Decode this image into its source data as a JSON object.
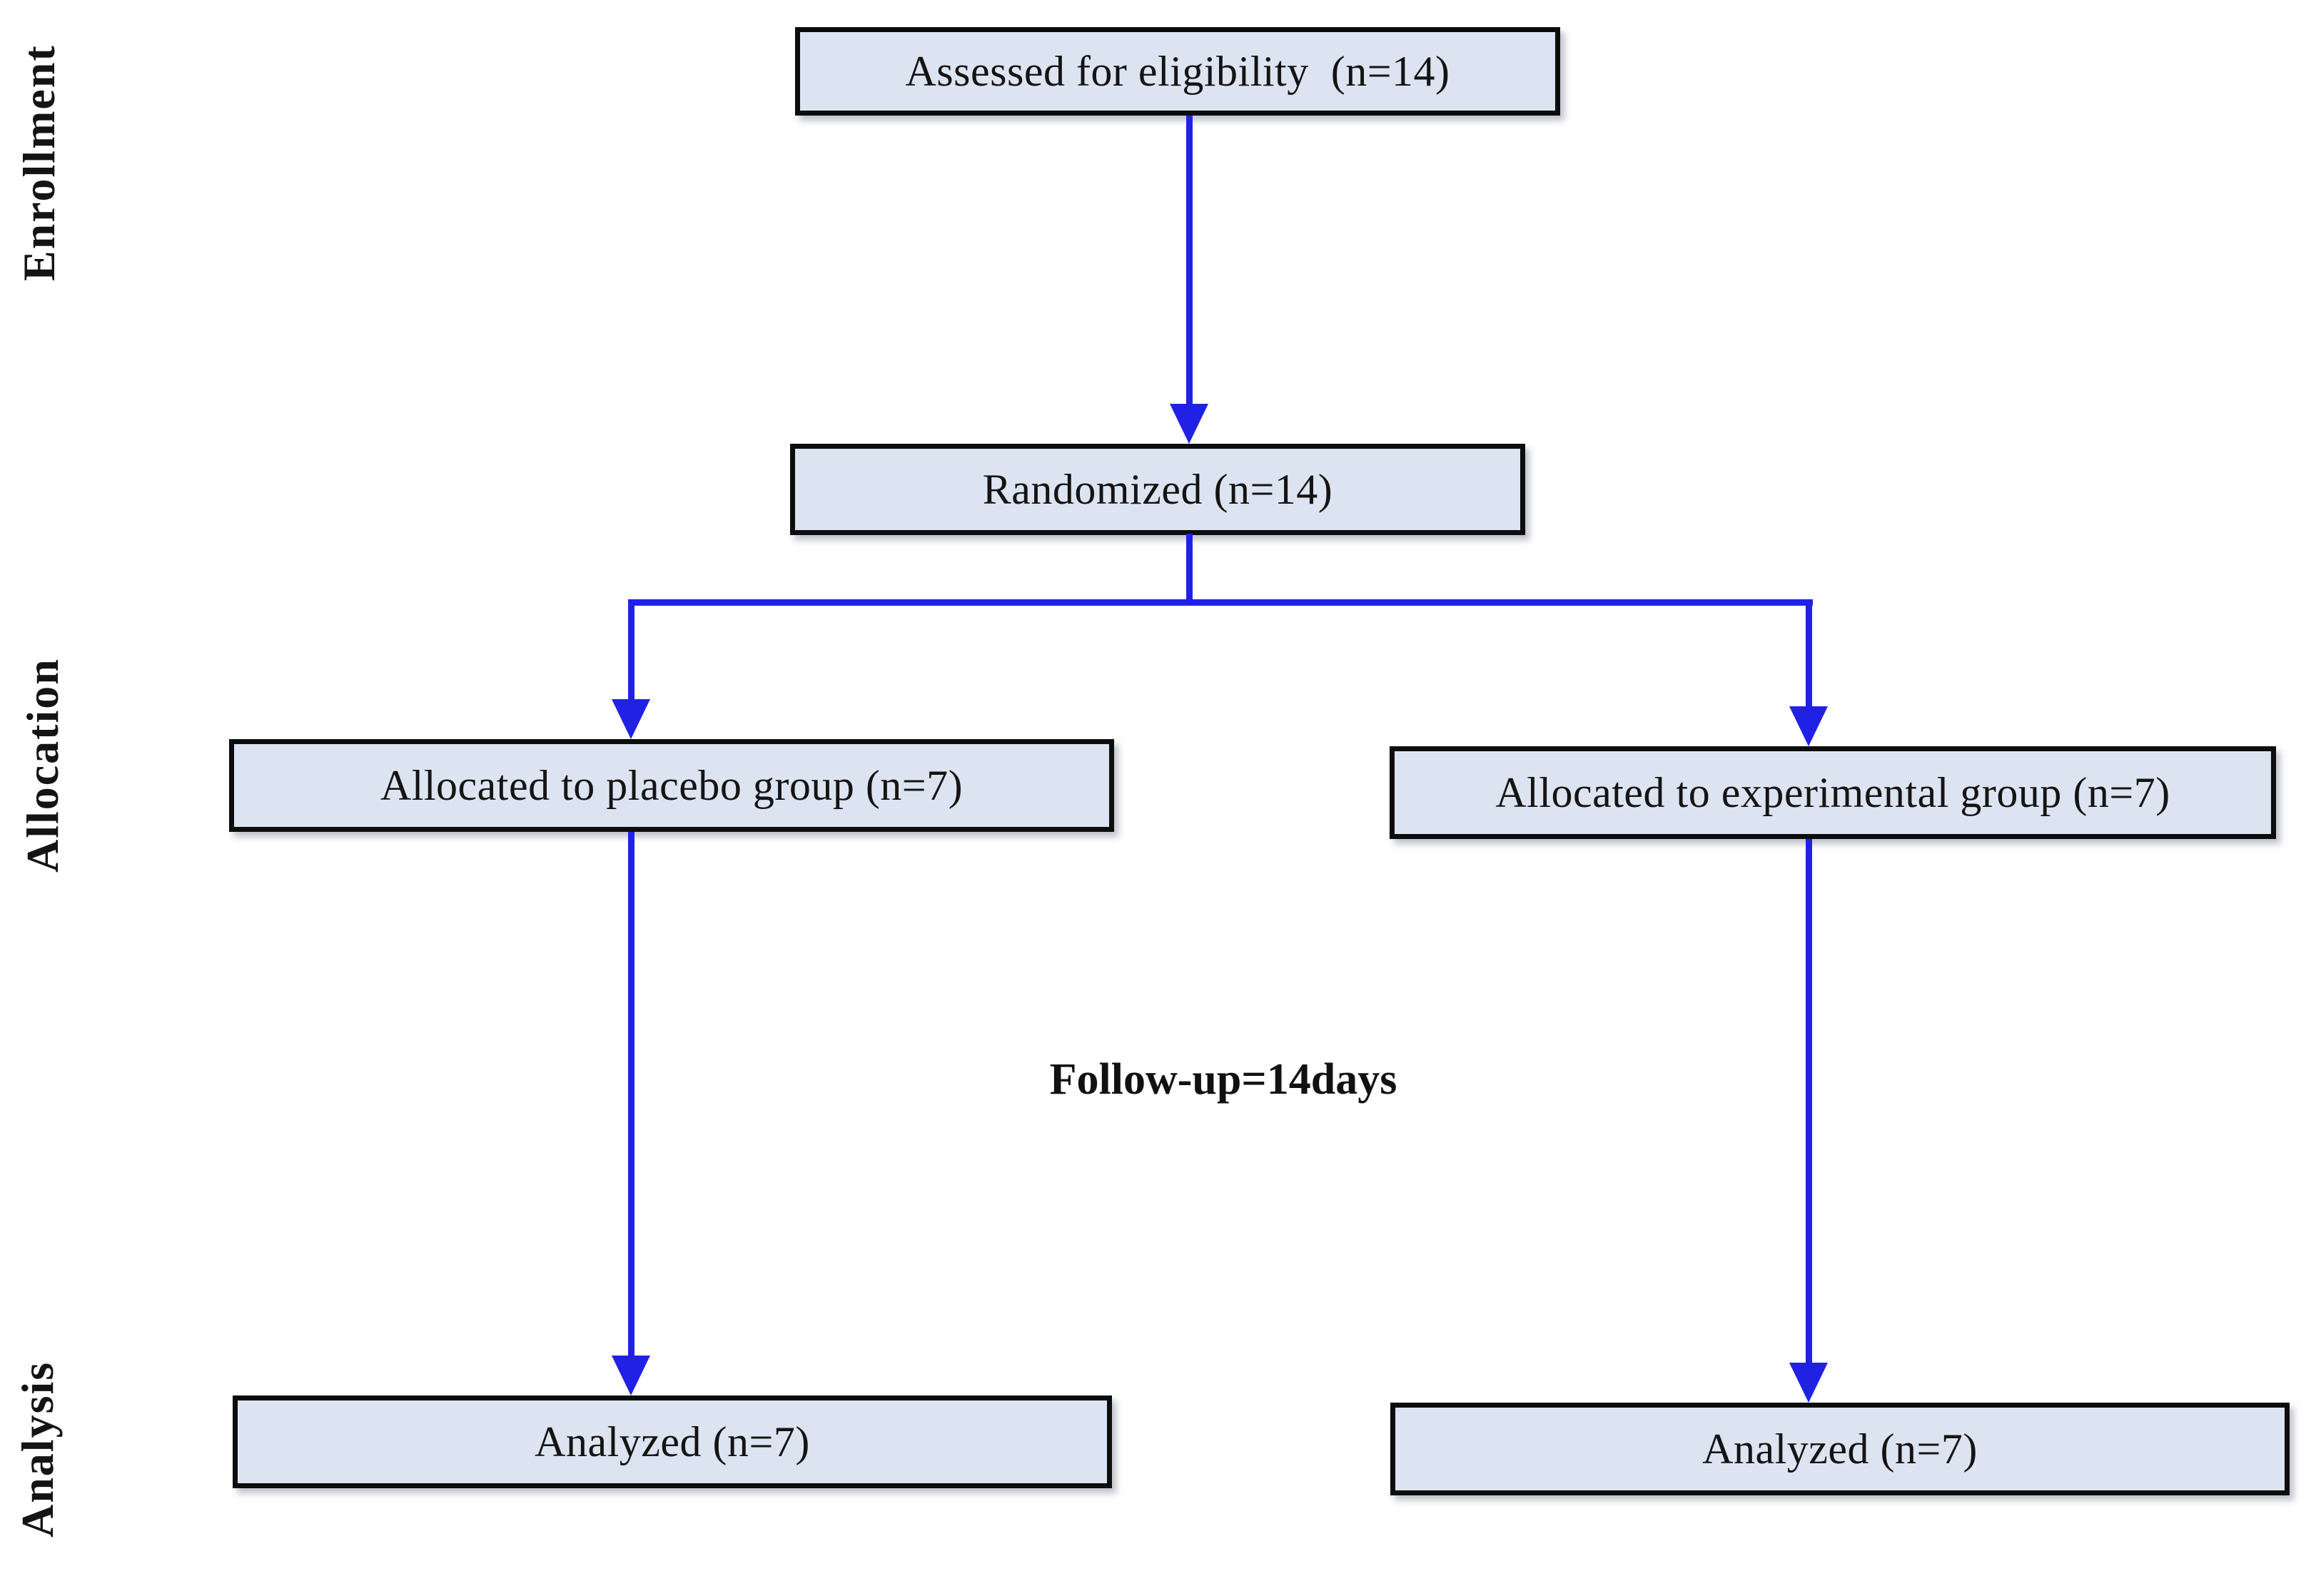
{
  "stages": [
    {
      "label": "Enrollment"
    },
    {
      "label": "Allocation"
    },
    {
      "label": "Analysis"
    }
  ],
  "boxes": {
    "assessed": {
      "label": "Assessed for eligibility  (n=14)"
    },
    "randomized": {
      "label": "Randomized (n=14)"
    },
    "allocated_placebo": {
      "label": "Allocated to placebo group (n=7)"
    },
    "allocated_experimental": {
      "label": "Allocated to experimental group (n=7)"
    },
    "analyzed_placebo": {
      "label": "Analyzed (n=7)"
    },
    "analyzed_experimental": {
      "label": "Analyzed (n=7)"
    }
  },
  "annotations": {
    "follow_up": "Follow-up=14days"
  },
  "colors": {
    "box_fill": "#dde4f1",
    "box_border": "#0d0d0d",
    "arrow_blue": "#2121e6",
    "text": "#141414"
  }
}
